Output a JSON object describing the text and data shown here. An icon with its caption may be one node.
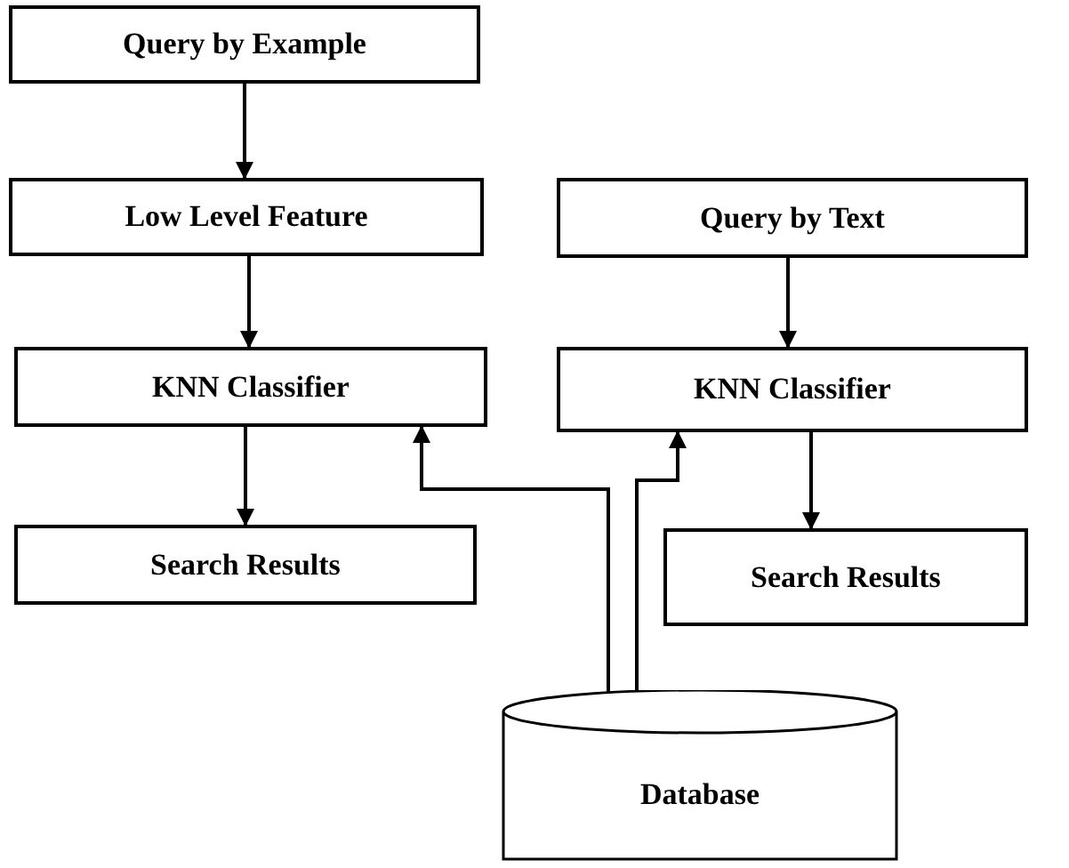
{
  "diagram": {
    "nodes": [
      {
        "text": [
          "Query by Example"
        ]
      },
      {
        "text": [
          "Low Level Feature"
        ]
      },
      {
        "text": [
          "KNN Classifier"
        ]
      },
      {
        "text": [
          "Search Results"
        ]
      },
      {
        "text": [
          "Query by Text"
        ]
      },
      {
        "text": [
          "KNN Classifier"
        ]
      },
      {
        "text": [
          "Search Results"
        ]
      },
      {
        "text": [
          "Database"
        ]
      }
    ],
    "edges": [
      {
        "from": 0,
        "to": 1,
        "arrow": "to"
      },
      {
        "from": 1,
        "to": 2,
        "arrow": "to"
      },
      {
        "from": 2,
        "to": 3,
        "arrow": "to"
      },
      {
        "from": 4,
        "to": 5,
        "arrow": "to"
      },
      {
        "from": 5,
        "to": 6,
        "arrow": "to"
      },
      {
        "from": 7,
        "to": 2,
        "arrow": "to"
      },
      {
        "from": 7,
        "to": 5,
        "arrow": "to"
      }
    ]
  }
}
